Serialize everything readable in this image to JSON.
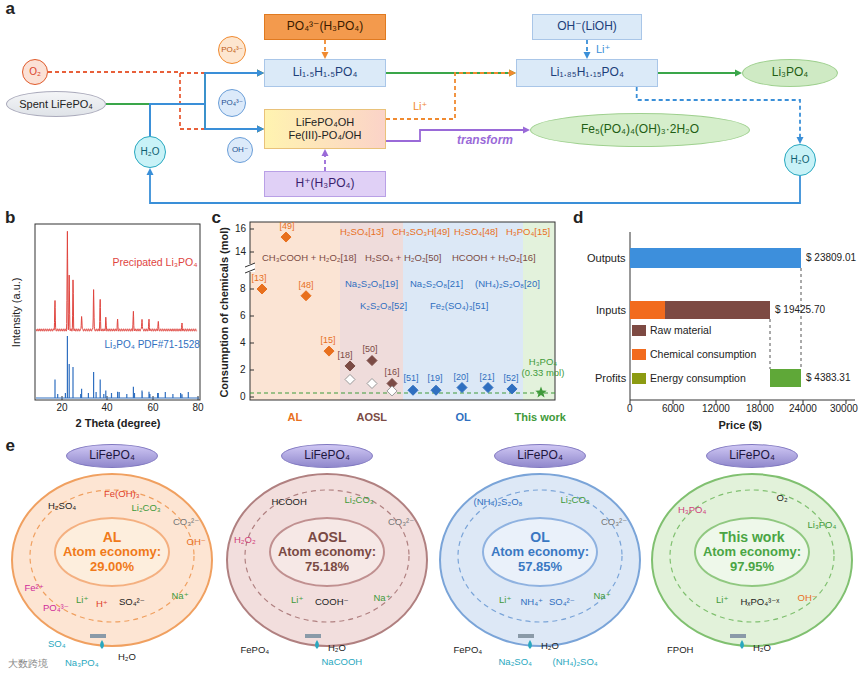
{
  "diagram": {
    "nodes": [
      {
        "text": [
          "O₂"
        ]
      },
      {
        "text": [
          "Spent LiFePO₄"
        ]
      },
      {
        "text": [
          "PO₄³⁻"
        ]
      },
      {
        "text": [
          "PO₄³⁻(H₃PO₄)"
        ]
      },
      {
        "text": [
          "Li₁.₅H₁.₅PO₄"
        ]
      },
      {
        "text": [
          "PO₄³⁻"
        ]
      },
      {
        "text": [
          "OH⁻"
        ]
      },
      {
        "text": [
          "LiFePO₄OH",
          "Fe(III)-PO₄/OH"
        ]
      },
      {
        "text": [
          "H⁺(H₃PO₄)"
        ]
      },
      {
        "text": [
          "H₂O"
        ]
      },
      {
        "text": [
          "OH⁻(LiOH)"
        ]
      },
      {
        "text": [
          "Li₁.₈₅H₁.₁₅PO₄"
        ]
      },
      {
        "text": [
          "Li₃PO₄"
        ]
      },
      {
        "text": [
          "Fe₅(PO₄)₄(OH)₃·2H₂O"
        ]
      },
      {
        "text": [
          "H₂O"
        ]
      },
      {
        "text": [
          "LiFePO₄"
        ]
      },
      {
        "text": [
          "AL",
          "Atom economy: 29.00%"
        ]
      },
      {
        "text": [
          "LiFePO₄"
        ]
      },
      {
        "text": [
          "AOSL",
          "Atom economy: 75.18%"
        ]
      },
      {
        "text": [
          "LiFePO₄"
        ]
      },
      {
        "text": [
          "OL",
          "Atom economy: 57.85%"
        ]
      },
      {
        "text": [
          "LiFePO₄"
        ]
      },
      {
        "text": [
          "This work",
          "Atom economy: 97.95%"
        ]
      }
    ],
    "edges": [
      {
        "from": 0,
        "to": 4,
        "arrow": "to"
      },
      {
        "from": 0,
        "to": 7,
        "arrow": "to"
      },
      {
        "from": 1,
        "to": 4,
        "arrow": "to"
      },
      {
        "from": 1,
        "to": 7,
        "arrow": "to"
      },
      {
        "from": 9,
        "to": 4,
        "arrow": "to"
      },
      {
        "from": 9,
        "to": 7,
        "arrow": "to"
      },
      {
        "from": 3,
        "to": 4,
        "arrow": "to"
      },
      {
        "from": 8,
        "to": 7,
        "arrow": "to"
      },
      {
        "from": 4,
        "to": 11,
        "arrow": "to"
      },
      {
        "from": 10,
        "to": 11,
        "label": "Li⁺",
        "arrow": "to"
      },
      {
        "from": 7,
        "to": 11,
        "label": "Li⁺",
        "arrow": "to"
      },
      {
        "from": 7,
        "to": 13,
        "label": "transform",
        "arrow": "to"
      },
      {
        "from": 11,
        "to": 12,
        "arrow": "to"
      },
      {
        "from": 11,
        "to": 14,
        "arrow": "to"
      },
      {
        "from": 14,
        "to": 9,
        "arrow": "to"
      }
    ],
    "labels": [
      "a",
      "b",
      "Intensity (a.u.)",
      "Precipated Li₃PO₄",
      "Li₃PO₄ PDF#71-1528",
      "20",
      "40",
      "60",
      "80",
      "2 Theta (degree)",
      "c",
      "Consumption of chemicals (mol)",
      "16",
      "14",
      "8",
      "6",
      "4",
      "2",
      "0",
      "H₂SO₄[13]",
      "CH₃SO₃H[49]",
      "H₂SO₄[48]",
      "H₃PO₄[15]",
      "CH₃COOH + H₂O₂[18]",
      "H₂SO₄ + H₂O₂[50]",
      "HCOOH + H₂O₂[16]",
      "Na₂S₂O₈[19]",
      "Na₂S₂O₈[21]",
      "(NH₄)₂S₂O₈[20]",
      "K₂S₂O₈[52]",
      "Fe₂(SO₄)₃[51]",
      "H₃PO₄ (0.33 mol)",
      "[13]",
      "[49]",
      "[48]",
      "[15]",
      "[18]",
      "[50]",
      "[16]",
      "[51]",
      "[19]",
      "[20]",
      "[21]",
      "[52]",
      "AL",
      "AOSL",
      "OL",
      "This work",
      "d",
      "Outputs",
      "Inputs",
      "Profits",
      "$ 23809.01",
      "$ 19425.70",
      "$ 4383.31",
      "0",
      "6000",
      "12000",
      "18000",
      "24000",
      "30000",
      "Price ($)",
      "e",
      "H₂SO₄",
      "Fe(OH)₃",
      "Li₂CO₃",
      "CO₃²⁻",
      "OH⁻",
      "Fe²⁺",
      "PO₄³⁻",
      "Li⁺",
      "H⁺",
      "SO₄²⁻",
      "Na⁺",
      "SO₄",
      "Na₃PO₄",
      "H₂O",
      "HCOOH",
      "Li₂CO₃",
      "CO₃²⁻",
      "H₂O₂",
      "Li⁺",
      "COOH⁻",
      "Na⁺",
      "FePO₄",
      "H₂O",
      "NaCOOH",
      "(NH₄)₂S₂O₈",
      "Li₂CO₃",
      "CO₃²⁻",
      "Li⁺",
      "NH₄⁺",
      "SO₄²⁻",
      "Na⁺",
      "FePO₄",
      "H₂O",
      "Na₂SO₄",
      "(NH₄)₂SO₄",
      "O₂",
      "H₃PO₄",
      "Li₃PO₄",
      "Li⁺",
      "HₓPO₄³⁻ˣ",
      "OH⁻",
      "FPOH",
      "H₂O",
      "大数跨境"
    ],
    "legend": [
      {
        "text": "Raw material",
        "color": "#7d4a43"
      },
      {
        "text": "Chemical consumption",
        "color": "#f26b1d"
      },
      {
        "text": "Energy consumption",
        "color": "#8c9b12"
      }
    ]
  }
}
